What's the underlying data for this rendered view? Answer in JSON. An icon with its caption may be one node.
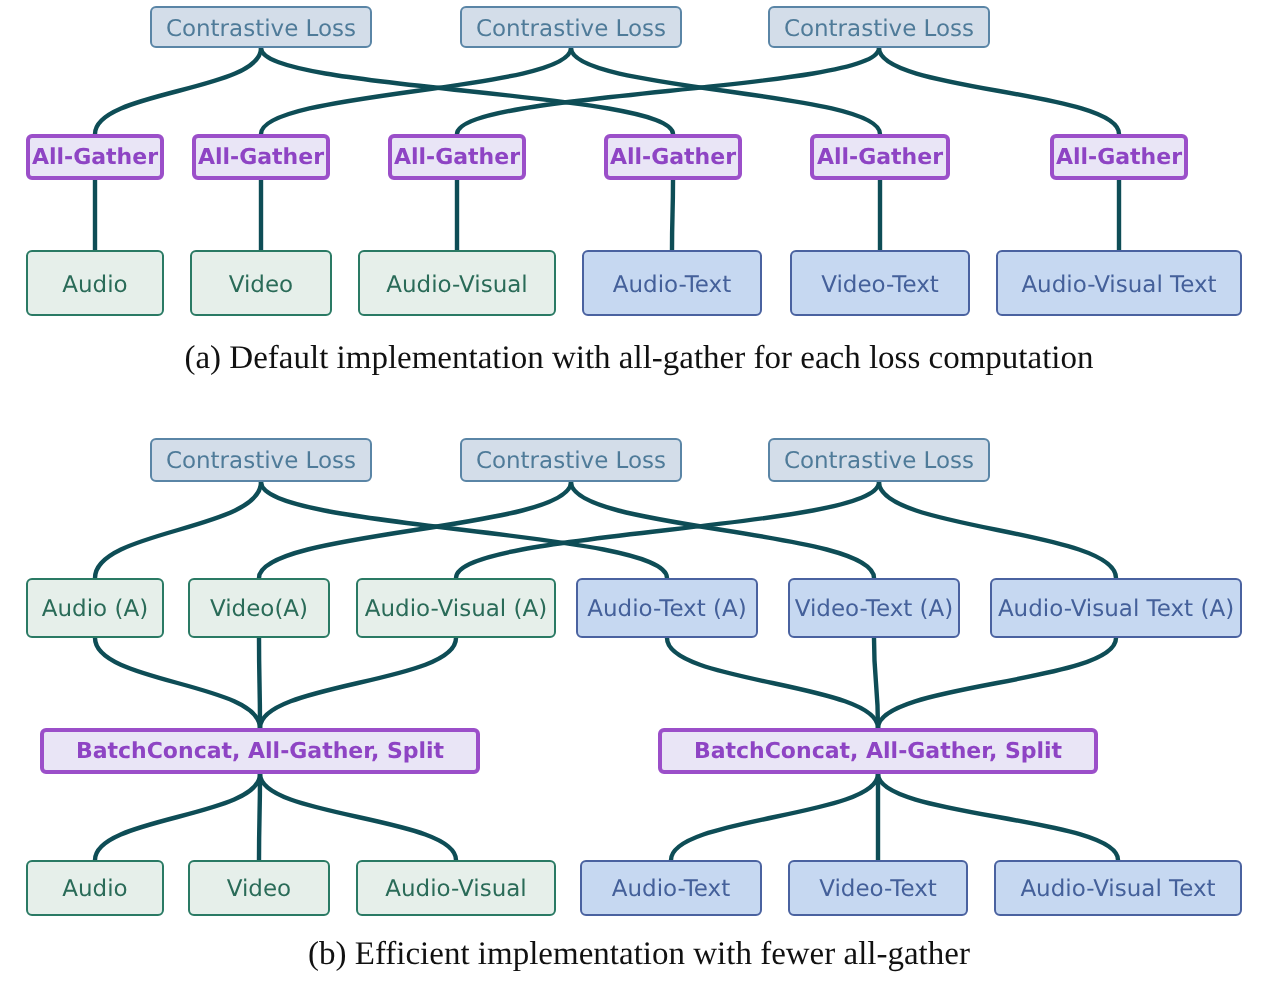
{
  "diagram": {
    "nodes": [
      {
        "text": [
          "Contrastive Loss"
        ]
      },
      {
        "text": [
          "Contrastive Loss"
        ]
      },
      {
        "text": [
          "Contrastive Loss"
        ]
      },
      {
        "text": [
          "All-Gather"
        ]
      },
      {
        "text": [
          "All-Gather"
        ]
      },
      {
        "text": [
          "All-Gather"
        ]
      },
      {
        "text": [
          "All-Gather"
        ]
      },
      {
        "text": [
          "All-Gather"
        ]
      },
      {
        "text": [
          "All-Gather"
        ]
      },
      {
        "text": [
          "Audio"
        ]
      },
      {
        "text": [
          "Video"
        ]
      },
      {
        "text": [
          "Audio-Visual"
        ]
      },
      {
        "text": [
          "Audio-Text"
        ]
      },
      {
        "text": [
          "Video-Text"
        ]
      },
      {
        "text": [
          "Audio-Visual Text"
        ]
      },
      {
        "text": [
          "Contrastive Loss"
        ]
      },
      {
        "text": [
          "Contrastive Loss"
        ]
      },
      {
        "text": [
          "Contrastive Loss"
        ]
      },
      {
        "text": [
          "Audio (A)"
        ]
      },
      {
        "text": [
          "Video(A)"
        ]
      },
      {
        "text": [
          "Audio-Visual (A)"
        ]
      },
      {
        "text": [
          "Audio-Text (A)"
        ]
      },
      {
        "text": [
          "Video-Text (A)"
        ]
      },
      {
        "text": [
          "Audio-Visual Text (A)"
        ]
      },
      {
        "text": [
          "BatchConcat, All-Gather, Split"
        ]
      },
      {
        "text": [
          "BatchConcat, All-Gather, Split"
        ]
      },
      {
        "text": [
          "Audio"
        ]
      },
      {
        "text": [
          "Video"
        ]
      },
      {
        "text": [
          "Audio-Visual"
        ]
      },
      {
        "text": [
          "Audio-Text"
        ]
      },
      {
        "text": [
          "Video-Text"
        ]
      },
      {
        "text": [
          "Audio-Visual Text"
        ]
      }
    ],
    "edges": [
      {
        "from": 0,
        "to": 3,
        "arrow": "none"
      },
      {
        "from": 0,
        "to": 6,
        "arrow": "none"
      },
      {
        "from": 1,
        "to": 4,
        "arrow": "none"
      },
      {
        "from": 1,
        "to": 7,
        "arrow": "none"
      },
      {
        "from": 2,
        "to": 5,
        "arrow": "none"
      },
      {
        "from": 2,
        "to": 8,
        "arrow": "none"
      },
      {
        "from": 3,
        "to": 9,
        "arrow": "none"
      },
      {
        "from": 4,
        "to": 10,
        "arrow": "none"
      },
      {
        "from": 5,
        "to": 11,
        "arrow": "none"
      },
      {
        "from": 6,
        "to": 12,
        "arrow": "none"
      },
      {
        "from": 7,
        "to": 13,
        "arrow": "none"
      },
      {
        "from": 8,
        "to": 14,
        "arrow": "none"
      },
      {
        "from": 15,
        "to": 18,
        "arrow": "none"
      },
      {
        "from": 15,
        "to": 21,
        "arrow": "none"
      },
      {
        "from": 16,
        "to": 19,
        "arrow": "none"
      },
      {
        "from": 16,
        "to": 22,
        "arrow": "none"
      },
      {
        "from": 17,
        "to": 20,
        "arrow": "none"
      },
      {
        "from": 17,
        "to": 23,
        "arrow": "none"
      },
      {
        "from": 18,
        "to": 24,
        "arrow": "none"
      },
      {
        "from": 19,
        "to": 24,
        "arrow": "none"
      },
      {
        "from": 20,
        "to": 24,
        "arrow": "none"
      },
      {
        "from": 21,
        "to": 25,
        "arrow": "none"
      },
      {
        "from": 22,
        "to": 25,
        "arrow": "none"
      },
      {
        "from": 23,
        "to": 25,
        "arrow": "none"
      },
      {
        "from": 24,
        "to": 26,
        "arrow": "none"
      },
      {
        "from": 24,
        "to": 27,
        "arrow": "none"
      },
      {
        "from": 24,
        "to": 28,
        "arrow": "none"
      },
      {
        "from": 25,
        "to": 29,
        "arrow": "none"
      },
      {
        "from": 25,
        "to": 30,
        "arrow": "none"
      },
      {
        "from": 25,
        "to": 31,
        "arrow": "none"
      }
    ],
    "labels": [
      "(a) Default implementation with all-gather for each loss computation",
      "(b) Efficient implementation with fewer all-gather"
    ]
  }
}
